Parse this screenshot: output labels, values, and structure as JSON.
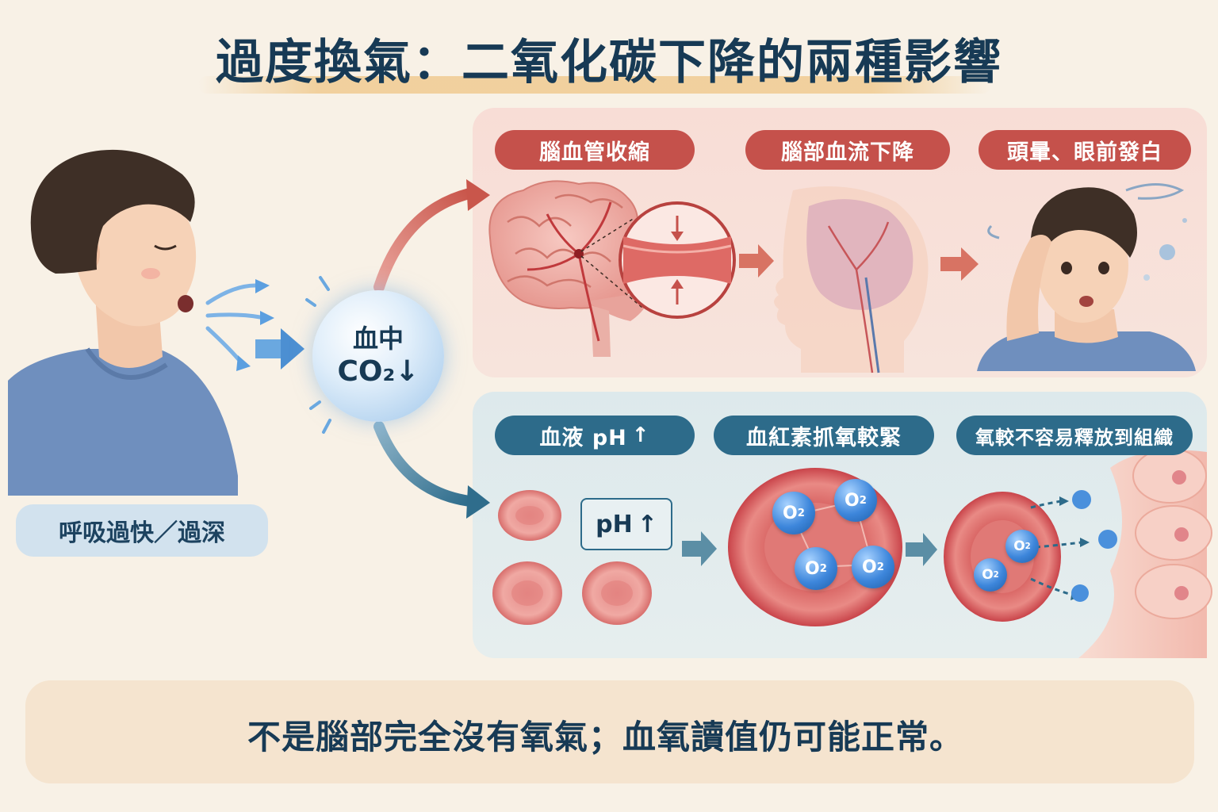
{
  "title": "過度換氣：二氧化碳下降的兩種影響",
  "left": {
    "breath_label": "呼吸過快／過深",
    "co2_line1": "血中",
    "co2_line2": "CO₂↓"
  },
  "top_path": {
    "steps": [
      "腦血管收縮",
      "腦部血流下降",
      "頭暈、眼前發白"
    ]
  },
  "bottom_path": {
    "step1": "血液 pH",
    "step1_arrow": "↑",
    "step2": "血紅素抓氧較緊",
    "step3": "氧較不容易釋放到組織",
    "ph_box": "pH",
    "ph_box_arrow": "↑",
    "o2_label": "O",
    "o2_sub": "2"
  },
  "footer": {
    "note": "不是腦部完全沒有氧氣；血氧讀值仍可能正常。"
  },
  "colors": {
    "title": "#173a55",
    "red_accent": "#c5514b",
    "blue_accent": "#2d6b8a",
    "oxygen": "#3d86db"
  },
  "icons": [
    "lightbulb-icon",
    "arrow-icon",
    "dizzy-swirl-icon"
  ]
}
